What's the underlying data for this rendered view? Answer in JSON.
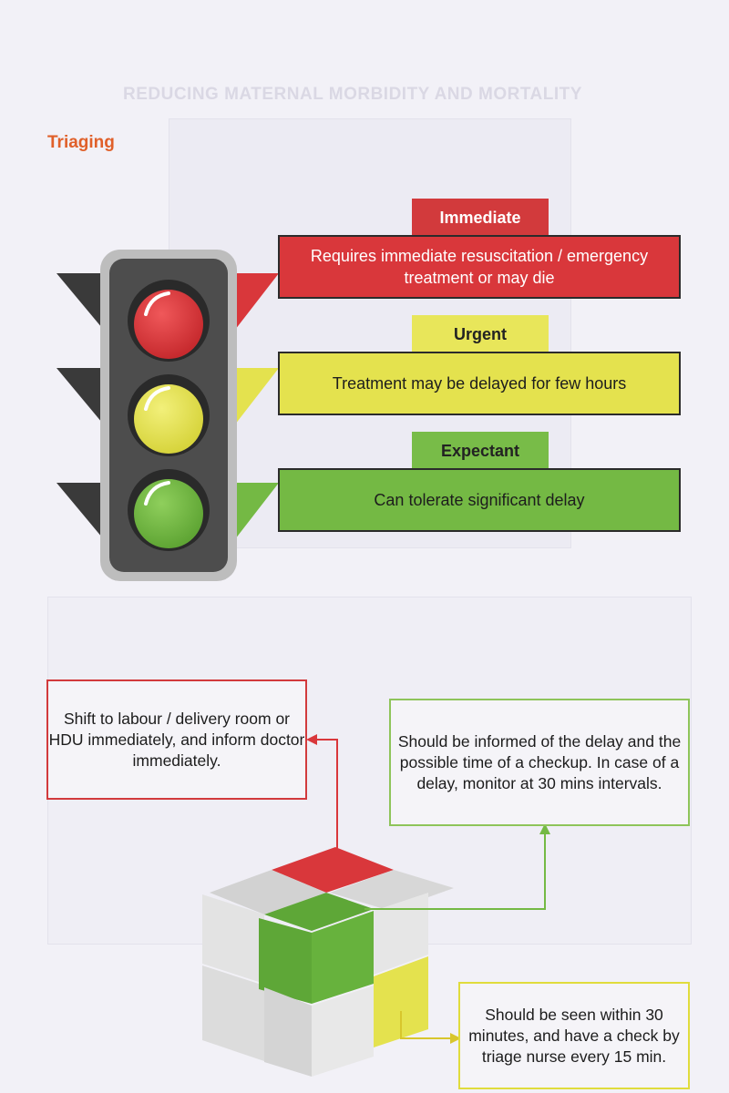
{
  "header": {
    "faint_title": "REDUCING MATERNAL MORBIDITY AND MORTALITY",
    "section_heading": "Triaging"
  },
  "triage_levels": [
    {
      "tag": "Immediate",
      "description": "Requires immediate resuscitation / emergency treatment or may die",
      "color": "#d9373b",
      "tag_color": "#d23a3c",
      "text_color": "#ffffff"
    },
    {
      "tag": "Urgent",
      "description": "Treatment may be delayed for few hours",
      "color": "#e4e24e",
      "tag_color": "#e8e65a",
      "text_color": "#1d1d1d"
    },
    {
      "tag": "Expectant",
      "description": "Can tolerate significant delay",
      "color": "#74b944",
      "tag_color": "#78bc48",
      "text_color": "#1d1d1d"
    }
  ],
  "actions": {
    "red": "Shift to labour / delivery room or HDU immediately, and inform doctor immediately.",
    "green": "Should be informed of the delay and the possible time of a checkup. In case of a delay, monitor at 30 mins intervals.",
    "yellow": "Should be seen within 30 minutes, and have a check by triage nurse every 15 min."
  },
  "colors": {
    "red": "#d9373b",
    "yellow": "#e4e24e",
    "green": "#74b944",
    "heading": "#e0602a",
    "traffic_light_body": "#4d4d4d",
    "cube_grey": "#dcdcdc"
  }
}
